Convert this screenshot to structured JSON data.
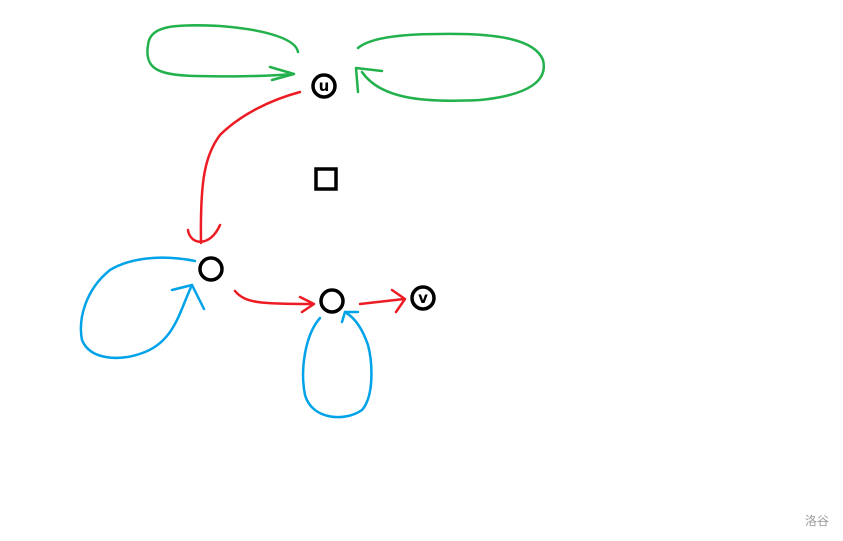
{
  "nodes": {
    "u_label": "u",
    "v_label": "v"
  },
  "colors": {
    "green": "#22b14c",
    "red": "#ed1c24",
    "blue": "#00a2e8",
    "black": "#000000"
  },
  "watermark": "洛谷"
}
